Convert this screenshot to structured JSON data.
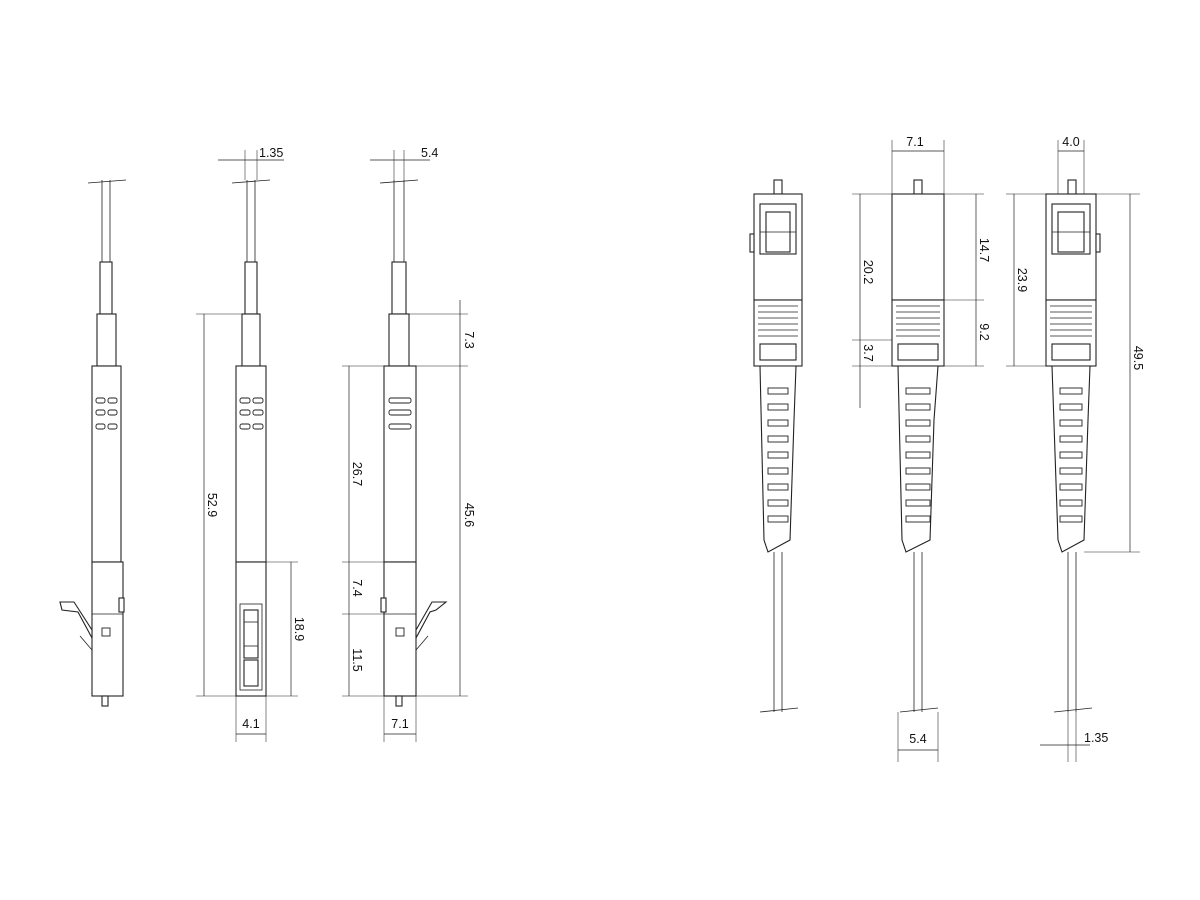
{
  "lc_connector": {
    "side_view_1": {},
    "front_view": {
      "dims": {
        "ferrule_dia": "1.35",
        "overall_length": "52.9",
        "latch_body_length": "18.9",
        "width": "4.1"
      }
    },
    "side_view_2": {
      "dims": {
        "boot_dia": "5.4",
        "tube_length": "7.3",
        "boot_length": "26.7",
        "body_upper": "7.4",
        "body_lower": "11.5",
        "length_total": "45.6",
        "width": "7.1"
      }
    }
  },
  "sc_connector": {
    "side_view_1": {},
    "front_view": {
      "dims": {
        "width_top": "7.1",
        "housing_length": "20.2",
        "upper_length": "14.7",
        "grip_length": "9.2",
        "label_length": "3.7",
        "boot_width": "5.4"
      }
    },
    "side_view_2": {
      "dims": {
        "width_top": "4.0",
        "housing_length": "23.9",
        "overall_length": "49.5",
        "fiber_dia": "1.35"
      }
    }
  }
}
